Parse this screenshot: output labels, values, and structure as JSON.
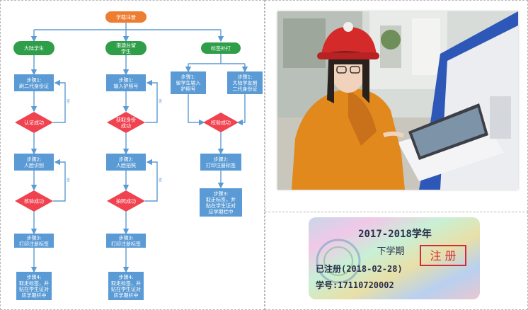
{
  "flowchart": {
    "start": "学籍注册",
    "branches": [
      {
        "name": "大陆学生",
        "steps": [
          {
            "type": "process",
            "text": [
              "步骤1:",
              "刷二代身份证"
            ]
          },
          {
            "type": "decision",
            "text": [
              "认证成功"
            ]
          },
          {
            "type": "process",
            "text": [
              "步骤2:",
              "人脸识别"
            ]
          },
          {
            "type": "decision",
            "text": [
              "核验成功"
            ]
          },
          {
            "type": "process",
            "text": [
              "步骤3:",
              "打印注册标签"
            ]
          },
          {
            "type": "process",
            "text": [
              "步骤4:",
              "取走标签，并",
              "贴在学生证对",
              "应学期栏中"
            ]
          }
        ]
      },
      {
        "name": "港澳台留学生",
        "name_lines": [
          "港澳台留",
          "学生"
        ],
        "steps": [
          {
            "type": "process",
            "text": [
              "步骤1:",
              "输入护照号"
            ]
          },
          {
            "type": "decision",
            "text": [
              "获取身份",
              "成功"
            ]
          },
          {
            "type": "process",
            "text": [
              "步骤2:",
              "人脸拍照"
            ]
          },
          {
            "type": "decision",
            "text": [
              "拍照成功"
            ]
          },
          {
            "type": "process",
            "text": [
              "步骤3:",
              "打印注册标签"
            ]
          },
          {
            "type": "process",
            "text": [
              "步骤4:",
              "取走标签，并",
              "贴在学生证对",
              "应学期栏中"
            ]
          }
        ]
      },
      {
        "name": "标签补打",
        "step1_left": [
          "步骤1:",
          "留学生输入",
          "护照号"
        ],
        "step1_right": [
          "步骤1:",
          "大陆学友刷",
          "二代身份证"
        ],
        "decision": [
          "校验成功"
        ],
        "step2": [
          "步骤2:",
          "打印注册标签"
        ],
        "step3": [
          "步骤3:",
          "取走标签，并",
          "贴在学生证对",
          "应学期栏中"
        ]
      }
    ],
    "loop_label": "否",
    "colors": {
      "start": "#ed7d31",
      "branch": "#2e9e48",
      "process": "#5b9bd5",
      "decision": "#f0424f",
      "arrow": "#5b9bd5"
    }
  },
  "sticker": {
    "year": "2017-2018学年",
    "term": "下学期",
    "registered": "已注册(2018-02-28)",
    "student_id": "学号:17110720002",
    "stamp": "注 册"
  }
}
